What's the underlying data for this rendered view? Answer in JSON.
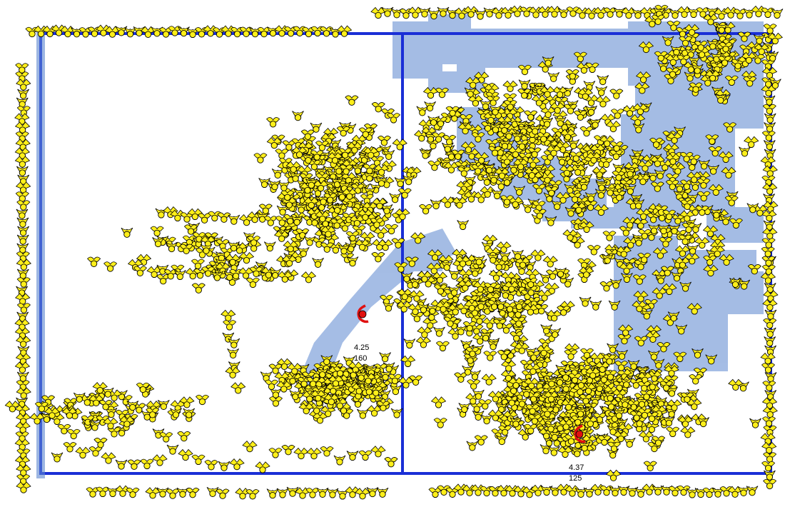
{
  "map": {
    "colors": {
      "background": "#ffffff",
      "boundary": "#1a2fd6",
      "highlight": "#5b86cf",
      "symbol_fill": "#ffef1a",
      "symbol_stroke": "#000000",
      "selected": "#e01010"
    },
    "symbol_icon": "yellow-pin-symbol",
    "selected_icon": "red-selected-symbol",
    "selected_points": [
      {
        "name": "selected-point-west",
        "labels": [
          "4.25",
          "160"
        ]
      },
      {
        "name": "selected-point-south",
        "labels": [
          "4.37",
          "125"
        ]
      }
    ]
  }
}
